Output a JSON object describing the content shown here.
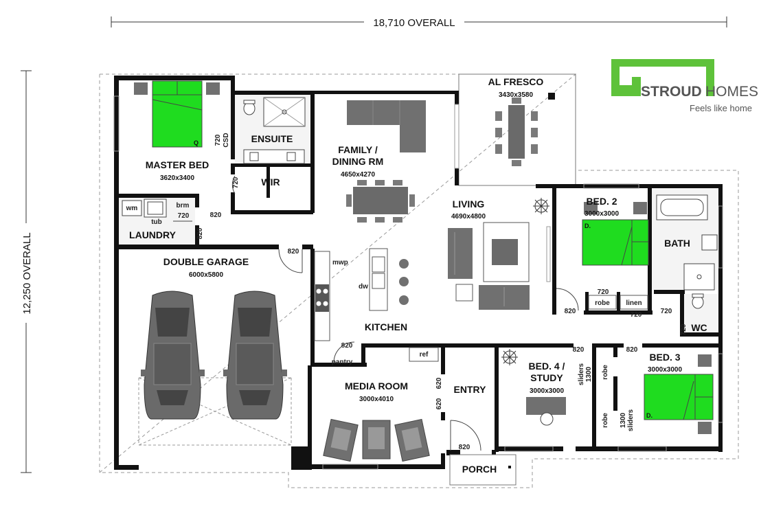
{
  "overall": {
    "width": "18,710 OVERALL",
    "height": "12,250 OVERALL"
  },
  "logo": {
    "name_bold": "STROUD",
    "name_light": "HOMES",
    "tagline": "Feels like home"
  },
  "rooms": {
    "al_fresco": {
      "name": "AL FRESCO",
      "size": "3430x3580"
    },
    "family": {
      "name_line1": "FAMILY /",
      "name_line2": "DINING RM",
      "size": "4650x4270"
    },
    "master": {
      "name": "MASTER BED",
      "size": "3620x3400"
    },
    "ensuite": {
      "name": "ENSUITE"
    },
    "wir": {
      "name": "WIR"
    },
    "living": {
      "name": "LIVING",
      "size": "4690x4800"
    },
    "bed2": {
      "name": "BED. 2",
      "size": "3000x3000"
    },
    "bath": {
      "name": "BATH"
    },
    "laundry": {
      "name": "LAUNDRY"
    },
    "garage": {
      "name": "DOUBLE GARAGE",
      "size": "6000x5800"
    },
    "kitchen": {
      "name": "KITCHEN"
    },
    "media": {
      "name": "MEDIA ROOM",
      "size": "3000x4010"
    },
    "entry": {
      "name": "ENTRY"
    },
    "bed4": {
      "name_line1": "BED. 4 /",
      "name_line2": "STUDY",
      "size": "3000x3000"
    },
    "bed3": {
      "name": "BED. 3",
      "size": "3000x3000"
    },
    "porch": {
      "name": "PORCH"
    },
    "wc": {
      "name": "WC"
    }
  },
  "fixtures": {
    "wm": "wm",
    "tub": "tub",
    "brm": "brm",
    "mwp": "mwp",
    "dw": "dw",
    "pantry": "pantry",
    "ref": "ref",
    "robe": "robe",
    "linen": "linen",
    "q": "Q",
    "d": "D.",
    "csd": "CSD",
    "sliders": "sliders",
    "sliders_1300": "1300"
  },
  "door_widths": {
    "d720": "720",
    "d820": "820",
    "d620": "620"
  },
  "colors": {
    "bed_green": "#1fdc1f",
    "wall": "#111111",
    "furniture": "#707070",
    "logo_green": "#5ec23a"
  }
}
